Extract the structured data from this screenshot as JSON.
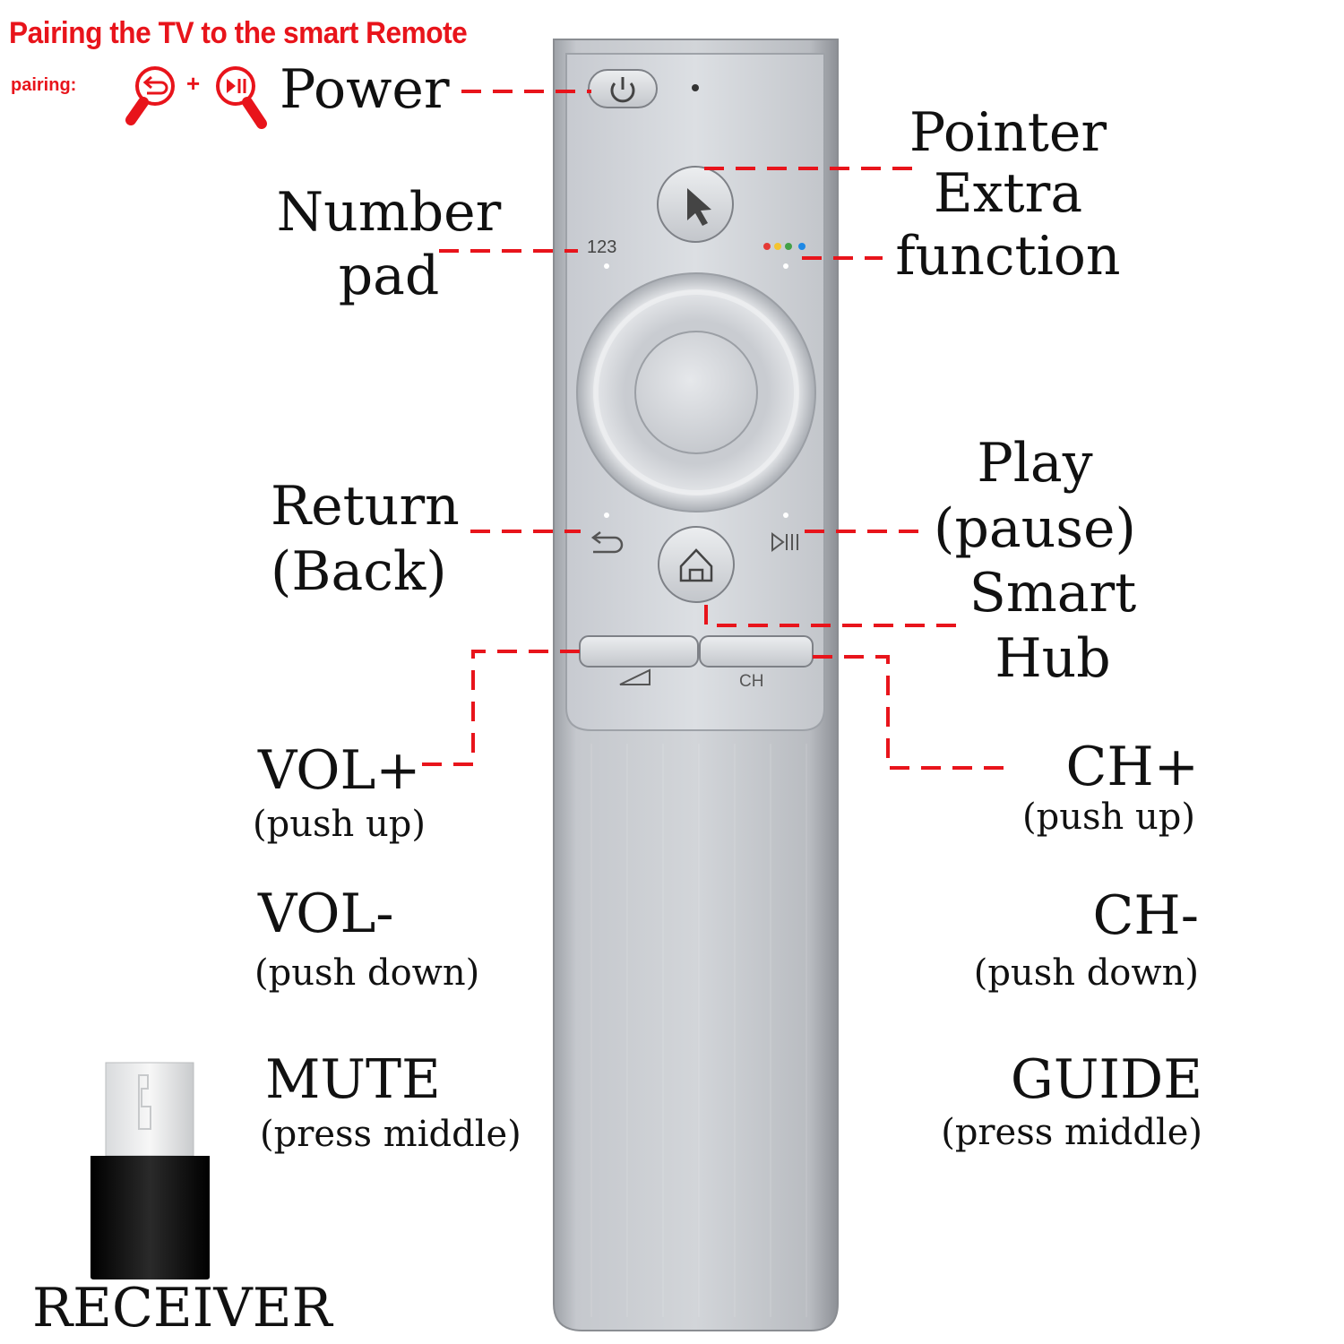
{
  "header": {
    "title": "Pairing the TV to the smart Remote",
    "pairing_label": "pairing:",
    "plus": "+"
  },
  "labels": {
    "power": "Power",
    "pointer": "Pointer",
    "extra_function_1": "Extra",
    "extra_function_2": "function",
    "number_pad_1": "Number",
    "number_pad_2": "pad",
    "return_1": "Return",
    "return_2": "(Back)",
    "play_1": "Play",
    "play_2": "(pause)",
    "smart_hub_1": "Smart",
    "smart_hub_2": "Hub",
    "vol_plus": "VOL+",
    "vol_plus_sub": "(push up)",
    "vol_minus": "VOL-",
    "vol_minus_sub": "(push down)",
    "mute": "MUTE",
    "mute_sub": "(press middle)",
    "ch_plus": "CH+",
    "ch_plus_sub": "(push up)",
    "ch_minus": "CH-",
    "ch_minus_sub": "(push down)",
    "guide": "GUIDE",
    "guide_sub": "(press middle)",
    "receiver": "RECEIVER"
  },
  "remote": {
    "number_key": "123",
    "ch_key": "CH"
  },
  "colors": {
    "accent": "#e8141b",
    "body": "#c8cbd0",
    "dot_red": "#e53935",
    "dot_yellow": "#f4c430",
    "dot_green": "#43a047",
    "dot_blue": "#1e88e5"
  }
}
